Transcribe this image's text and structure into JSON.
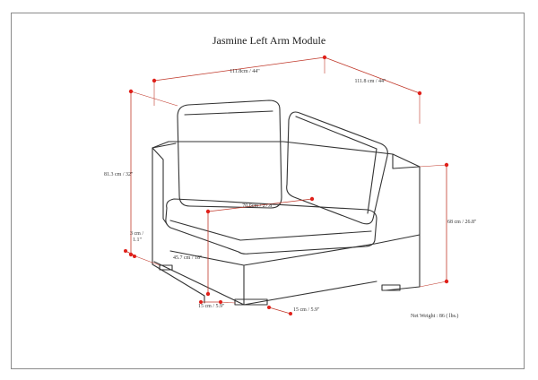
{
  "title": "Jasmine Left Arm Module",
  "dimensions": {
    "width_top": "111.8cm / 44\"",
    "depth_right": "111.8 cm / 44\"",
    "total_height": "81.3 cm / 32\"",
    "seat_depth": "70.6cm / 27.8\"",
    "arm_height": "68 cm / 26.8\"",
    "seat_height": "45.7 cm / 18\"",
    "leg_height_line1": "3 cm /",
    "leg_height_line2": "1.1\"",
    "leg_front_left": "15 cm / 5.9\"",
    "leg_front_right": "15 cm / 5.9\""
  },
  "net_weight": "Net Weight : 86 ( lbs.)",
  "colors": {
    "outline": "#333333",
    "dimension": "#c0392b",
    "dot": "#e0201a"
  }
}
